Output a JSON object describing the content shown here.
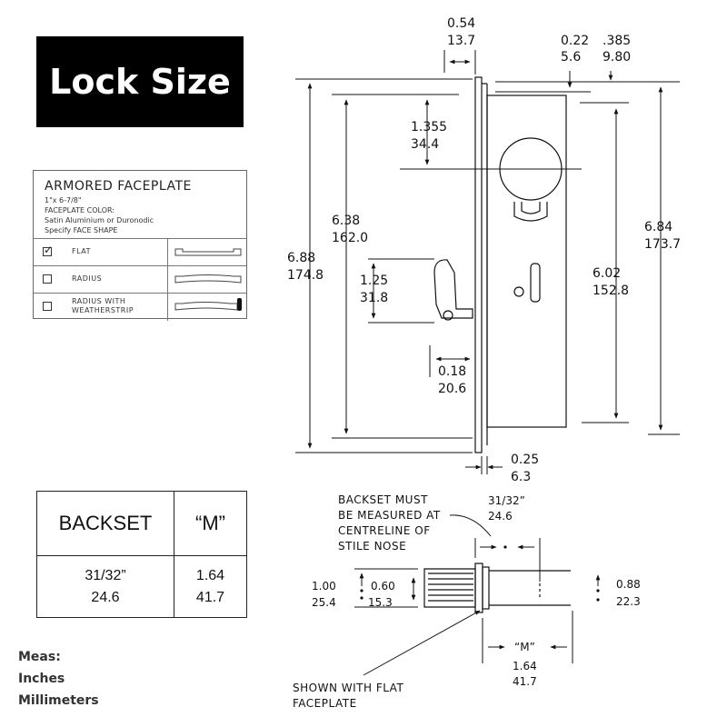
{
  "title": "Lock Size",
  "faceplate": {
    "heading": "ARMORED FACEPLATE",
    "size": "1\"x 6-7/8\"",
    "color_label": "FACEPLATE COLOR:",
    "color_value": "Satin Aluminium or Duronodic",
    "shape_label": "Specify FACE SHAPE",
    "options": [
      {
        "label": "FLAT",
        "checked": true
      },
      {
        "label": "RADIUS",
        "checked": false
      },
      {
        "label_line1": "RADIUS WITH",
        "label_line2": "WEATHERSTRIP",
        "checked": false
      }
    ]
  },
  "backset_table": {
    "col1_header": "BACKSET",
    "col2_header": "“M”",
    "col1_values": [
      "31/32”",
      "24.6"
    ],
    "col2_values": [
      "1.64",
      "41.7"
    ]
  },
  "units": {
    "heading": "Meas:",
    "line1": "Inches",
    "line2": "Millimeters"
  },
  "dimensions": {
    "d054": [
      "0.54",
      "13.7"
    ],
    "d022": [
      "0.22",
      "5.6"
    ],
    "d385": [
      ".385",
      "9.80"
    ],
    "d1355": [
      "1.355",
      "34.4"
    ],
    "d638": [
      "6.38",
      "162.0"
    ],
    "d688": [
      "6.88",
      "174.8"
    ],
    "d125": [
      "1.25",
      "31.8"
    ],
    "d018": [
      "0.18",
      "20.6"
    ],
    "d684": [
      "6.84",
      "173.7"
    ],
    "d602": [
      "6.02",
      "152.8"
    ],
    "d025": [
      "0.25",
      "6.3"
    ]
  },
  "section": {
    "note_backset": [
      "BACKSET MUST",
      "BE MEASURED AT",
      "CENTRELINE OF",
      "STILE NOSE"
    ],
    "backset_dim": [
      "31/32”",
      "24.6"
    ],
    "d100": [
      "1.00",
      "25.4"
    ],
    "d060": [
      "0.60",
      "15.3"
    ],
    "d088": [
      "0.88",
      "22.3"
    ],
    "m_label": "“M”",
    "m_dim": [
      "1.64",
      "41.7"
    ],
    "note_flat": [
      "SHOWN WITH FLAT",
      "FACEPLATE"
    ]
  }
}
